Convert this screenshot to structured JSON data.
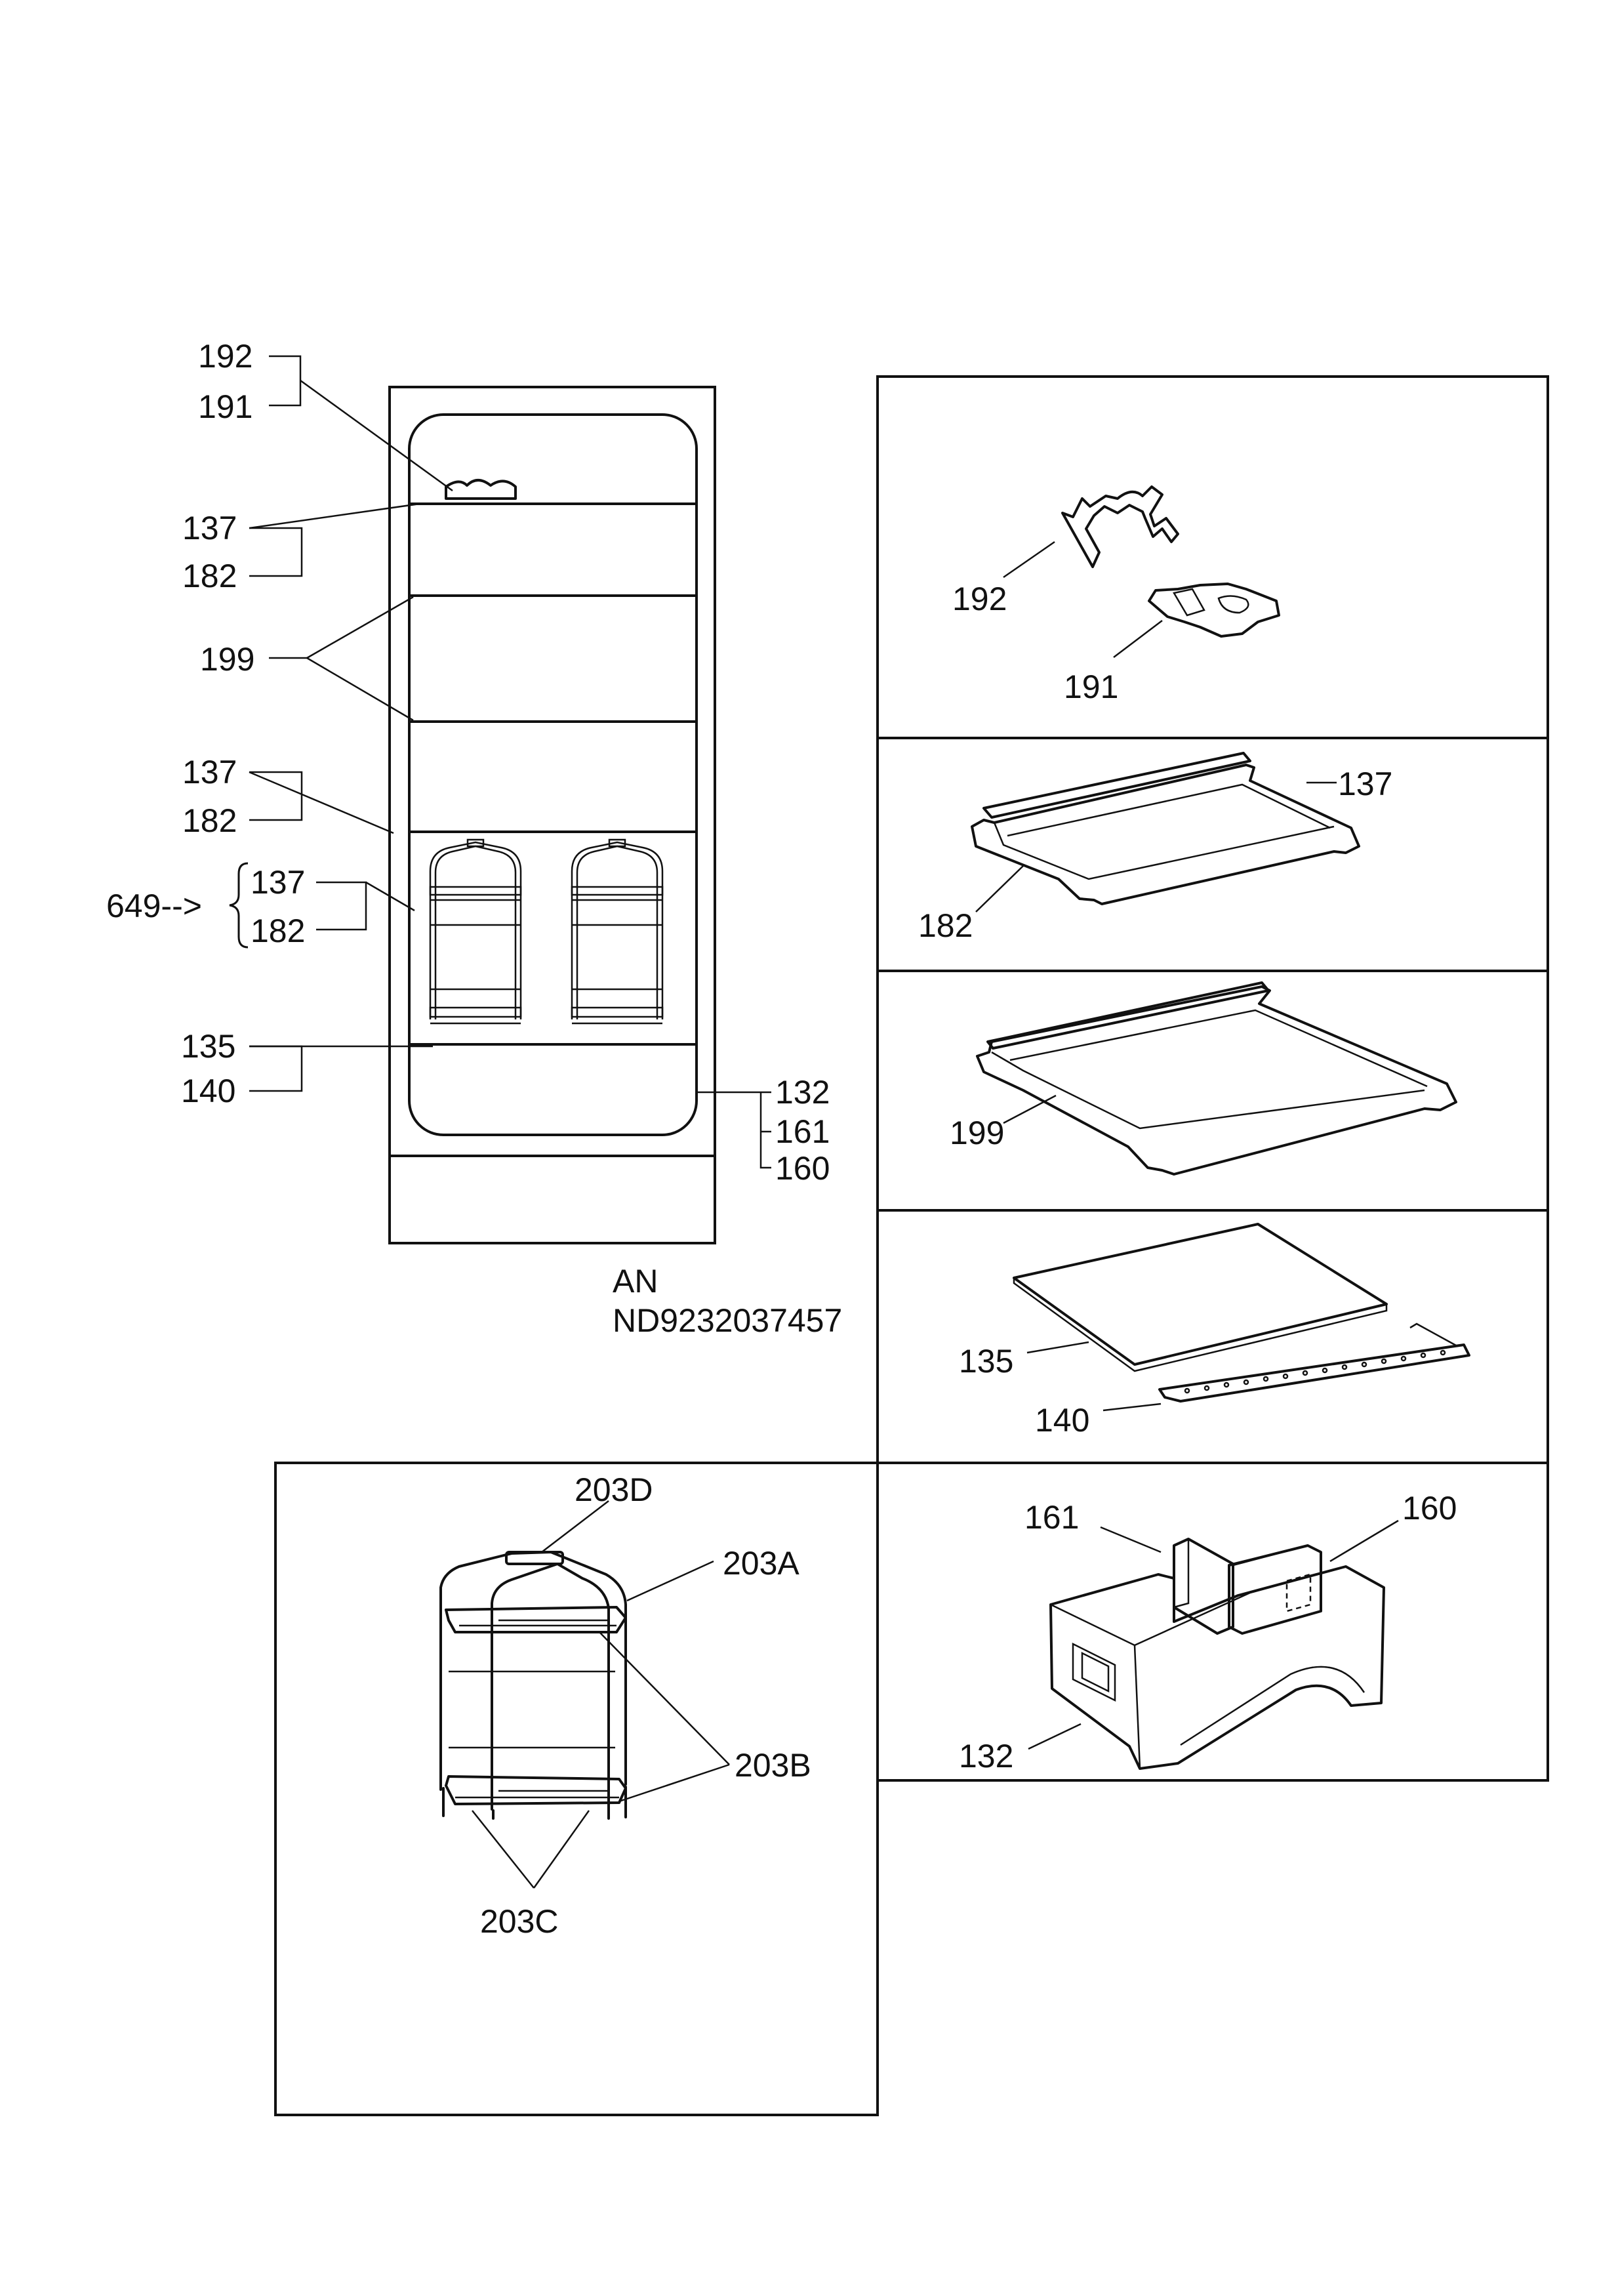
{
  "diagram": {
    "code": {
      "line1": "AN",
      "line2": "ND9232037457"
    },
    "overview_labels": {
      "a192": "192",
      "a191": "191",
      "a137": "137",
      "a182": "182",
      "a199": "199",
      "b137": "137",
      "b182": "182",
      "arrow649": "649-->",
      "c137": "137",
      "c182": "182",
      "a135": "135",
      "a140": "140",
      "a132": "132",
      "a161": "161",
      "a160": "160"
    },
    "panels": {
      "clips": {
        "l192": "192",
        "l191": "191"
      },
      "shelf_small": {
        "l137": "137",
        "l182": "182"
      },
      "shelf_large": {
        "l199": "199"
      },
      "cover": {
        "l135": "135",
        "l140": "140"
      },
      "drawer": {
        "l161": "161",
        "l160": "160",
        "l132": "132"
      },
      "rack": {
        "l203D": "203D",
        "l203A": "203A",
        "l203B": "203B",
        "l203C": "203C"
      }
    }
  }
}
